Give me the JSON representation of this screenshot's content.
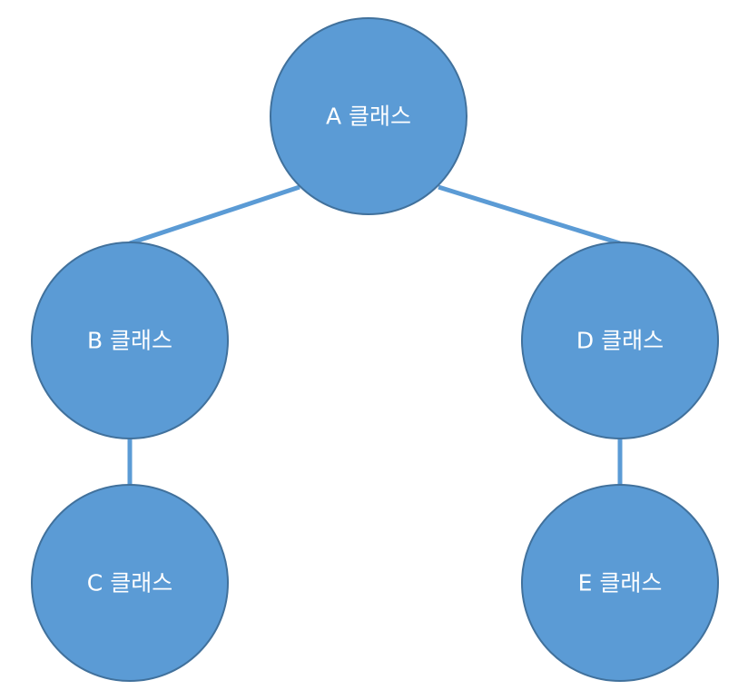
{
  "diagram": {
    "type": "class-hierarchy-tree",
    "colors": {
      "node_fill": "#5b9bd5",
      "node_border": "#41719c",
      "edge": "#5b9bd5",
      "label": "#ffffff"
    },
    "nodes": [
      {
        "id": "a",
        "label": "A 클래스"
      },
      {
        "id": "b",
        "label": "B 클래스"
      },
      {
        "id": "c",
        "label": "C 클래스"
      },
      {
        "id": "d",
        "label": "D 클래스"
      },
      {
        "id": "e",
        "label": "E 클래스"
      }
    ],
    "edges": [
      {
        "from": "a",
        "to": "b"
      },
      {
        "from": "a",
        "to": "d"
      },
      {
        "from": "b",
        "to": "c"
      },
      {
        "from": "d",
        "to": "e"
      }
    ]
  }
}
